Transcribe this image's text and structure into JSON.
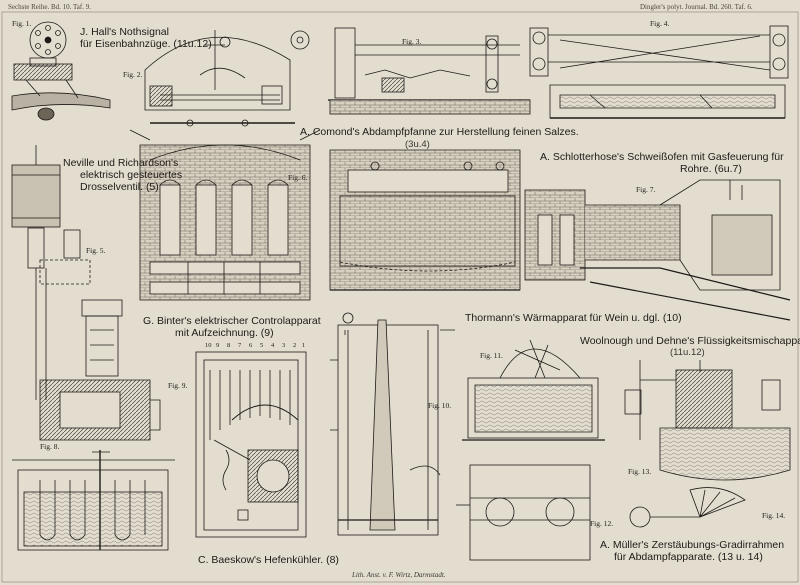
{
  "header": {
    "left": "Sechste Reihe. Bd. 10. Taf. 9.",
    "right": "Dingler's polyt. Journal. Bd. 260. Taf. 6."
  },
  "captions": {
    "hall": "J. Hall's Nothsignal",
    "hall_2": "für Eisenbahnzüge. (11u.12)",
    "comond": "A. Comond's Abdampfpfanne zur Herstellung feinen Salzes.",
    "comond_ref": "(3u.4)",
    "neville_1": "Neville und Richardson's",
    "neville_2": "elektrisch gesteuertes",
    "neville_3": "Drosselventil. (5)",
    "schlotterhose_1": "A. Schlotterhose's Schweißofen mit Gasfeuerung für",
    "schlotterhose_2": "Rohre. (6u.7)",
    "binter_1": "G. Binter's elektrischer Controlapparat",
    "binter_2": "mit Aufzeichnung. (9)",
    "thormann": "Thormann's Wärmapparat für Wein u. dgl. (10)",
    "woolnough_1": "Woolnough und Dehne's Flüssigkeitsmischapparat.",
    "woolnough_2": "(11u.12)",
    "baeskow": "C. Baeskow's Hefenkühler. (8)",
    "mueller_1": "A. Müller's Zerstäubungs-Gradirrahmen",
    "mueller_2": "für Abdampfapparate. (13 u. 14)"
  },
  "figure_labels": {
    "f1": "Fig. 1.",
    "f2": "Fig. 2.",
    "f3": "Fig. 3.",
    "f4": "Fig. 4.",
    "f5": "Fig. 5.",
    "f6": "Fig. 6.",
    "f7": "Fig. 7.",
    "f8": "Fig. 8.",
    "f9": "Fig. 9.",
    "f10": "Fig. 10.",
    "f11": "Fig. 11.",
    "f12": "Fig. 12.",
    "f13": "Fig. 13.",
    "f14": "Fig. 14."
  },
  "imprint": "Lith. Anst. v. F. Wirtz, Darmstadt.",
  "scale_numbers": [
    "10",
    "9",
    "8",
    "7",
    "6",
    "5",
    "4",
    "3",
    "2",
    "1"
  ],
  "colors": {
    "paper": "#e3ddd0",
    "ink": "#1d1a16",
    "brick": "#cfc8b8"
  }
}
